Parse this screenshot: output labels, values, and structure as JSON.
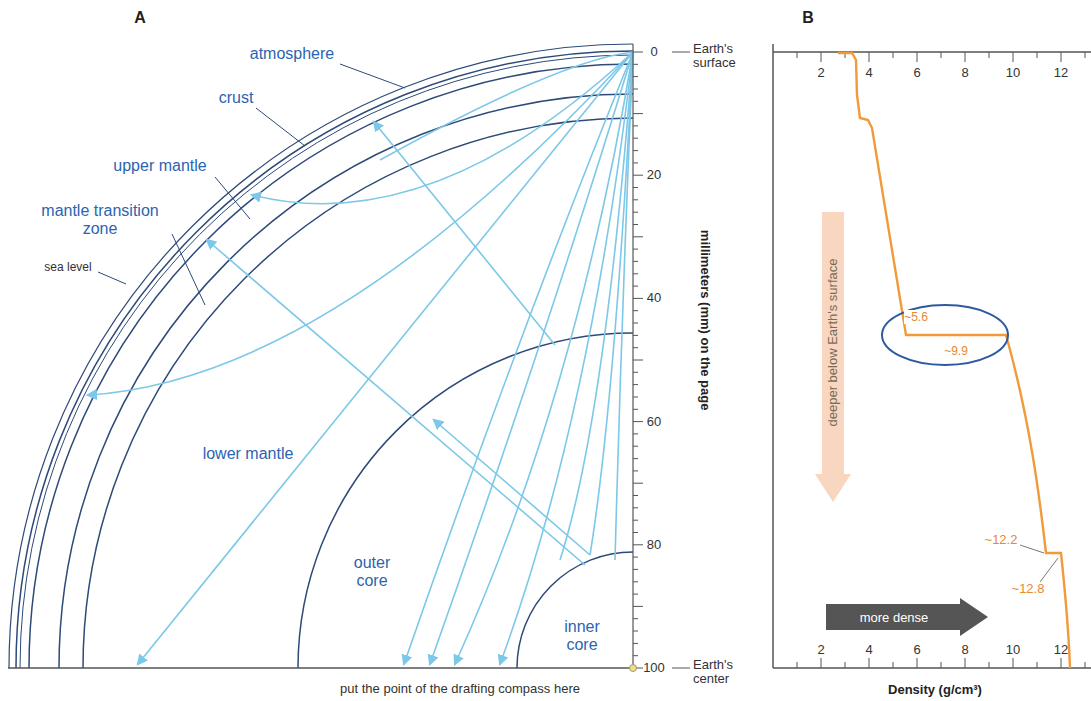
{
  "diagram": {
    "nodes": [
      {
        "text": [
          "~5.6",
          "~9.9"
        ]
      },
      {
        "text": [
          "deeper below Earth's surface"
        ]
      },
      {
        "text": [
          "more dense"
        ]
      }
    ],
    "labels": [
      "A",
      "B",
      "atmosphere",
      "crust",
      "upper mantle",
      "mantle transition zone",
      "sea level",
      "lower mantle",
      "outer core",
      "inner core",
      "put the point of the drafting compass here",
      "millimeters (mm) on the page",
      "0",
      "20",
      "40",
      "60",
      "80",
      "100",
      "Earth's surface",
      "Earth's center",
      "2",
      "4",
      "6",
      "8",
      "10",
      "12",
      "2",
      "4",
      "6",
      "8",
      "10",
      "12",
      "Density (g/cm³)",
      "~12.2",
      "~12.8"
    ]
  }
}
